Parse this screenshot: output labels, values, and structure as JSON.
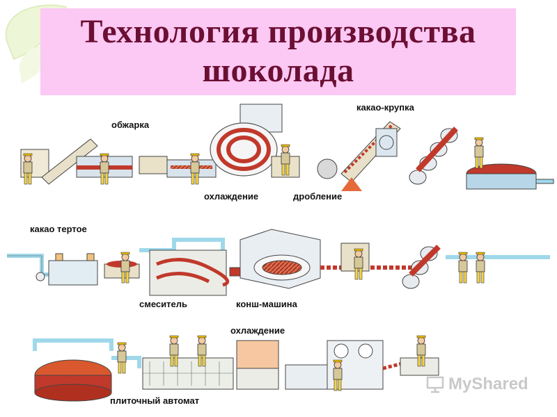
{
  "title": {
    "line1": "Технология производства",
    "line2": "шоколада"
  },
  "labels": {
    "roasting": "обжарка",
    "cocoa_nibs": "какао-крупка",
    "cooling_1": "охлаждение",
    "crushing": "дробление",
    "cocoa_mass": "какао тертое",
    "mixer": "смеситель",
    "conche": "конш-машина",
    "cooling_2": "охлаждение",
    "tablet_machine": "плиточный автомат"
  },
  "watermark": {
    "text": "MyShared"
  },
  "colors": {
    "title_bg": "#fcc8f4",
    "title_text": "#6b0f33",
    "chocolate": "#c0392b",
    "pipe": "#9fd8ea",
    "worker_shirt": "#d7c89a",
    "worker_hat": "#e6b800"
  }
}
